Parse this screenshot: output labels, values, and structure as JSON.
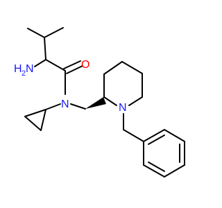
{
  "labels": {
    "amine": "H",
    "amine_subscript": "2",
    "amine_n": "N",
    "carbonyl_o": "O",
    "amide_n": "N",
    "piperidine_n": "N"
  },
  "colors": {
    "bond": "#000000",
    "nitrogen": "#1a1aff",
    "oxygen": "#ff0000",
    "background": "#ffffff"
  }
}
